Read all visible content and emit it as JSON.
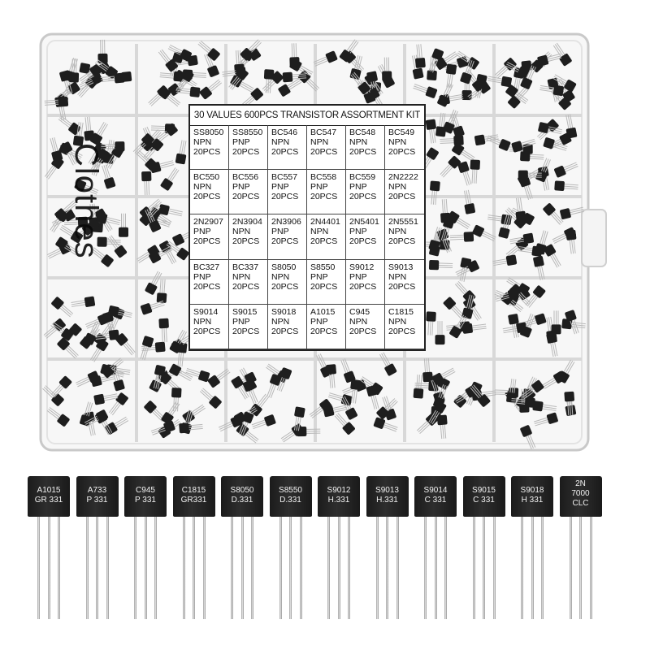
{
  "box": {
    "brand_text": "Clothes",
    "label_title": "30 VALUES 600PCS TRANSISTOR ASSORTMENT KIT",
    "label_cells": [
      {
        "part": "SS8050",
        "type": "NPN",
        "qty": "20PCS"
      },
      {
        "part": "SS8550",
        "type": "PNP",
        "qty": "20PCS"
      },
      {
        "part": "BC546",
        "type": "NPN",
        "qty": "20PCS"
      },
      {
        "part": "BC547",
        "type": "NPN",
        "qty": "20PCS"
      },
      {
        "part": "BC548",
        "type": "NPN",
        "qty": "20PCS"
      },
      {
        "part": "BC549",
        "type": "NPN",
        "qty": "20PCS"
      },
      {
        "part": "BC550",
        "type": "NPN",
        "qty": "20PCS"
      },
      {
        "part": "BC556",
        "type": "PNP",
        "qty": "20PCS"
      },
      {
        "part": "BC557",
        "type": "PNP",
        "qty": "20PCS"
      },
      {
        "part": "BC558",
        "type": "PNP",
        "qty": "20PCS"
      },
      {
        "part": "BC559",
        "type": "PNP",
        "qty": "20PCS"
      },
      {
        "part": "2N2222",
        "type": "NPN",
        "qty": "20PCS"
      },
      {
        "part": "2N2907",
        "type": "PNP",
        "qty": "20PCS"
      },
      {
        "part": "2N3904",
        "type": "NPN",
        "qty": "20PCS"
      },
      {
        "part": "2N3906",
        "type": "PNP",
        "qty": "20PCS"
      },
      {
        "part": "2N4401",
        "type": "NPN",
        "qty": "20PCS"
      },
      {
        "part": "2N5401",
        "type": "PNP",
        "qty": "20PCS"
      },
      {
        "part": "2N5551",
        "type": "NPN",
        "qty": "20PCS"
      },
      {
        "part": "BC327",
        "type": "PNP",
        "qty": "20PCS"
      },
      {
        "part": "BC337",
        "type": "NPN",
        "qty": "20PCS"
      },
      {
        "part": "S8050",
        "type": "NPN",
        "qty": "20PCS"
      },
      {
        "part": "S8550",
        "type": "PNP",
        "qty": "20PCS"
      },
      {
        "part": "S9012",
        "type": "PNP",
        "qty": "20PCS"
      },
      {
        "part": "S9013",
        "type": "NPN",
        "qty": "20PCS"
      },
      {
        "part": "S9014",
        "type": "NPN",
        "qty": "20PCS"
      },
      {
        "part": "S9015",
        "type": "PNP",
        "qty": "20PCS"
      },
      {
        "part": "S9018",
        "type": "NPN",
        "qty": "20PCS"
      },
      {
        "part": "A1015",
        "type": "PNP",
        "qty": "20PCS"
      },
      {
        "part": "C945",
        "type": "NPN",
        "qty": "20PCS"
      },
      {
        "part": "C1815",
        "type": "NPN",
        "qty": "20PCS"
      }
    ]
  },
  "transistors": [
    {
      "line1": "A1015",
      "line2": "GR 331"
    },
    {
      "line1": "A733",
      "line2": "P 331"
    },
    {
      "line1": "C945",
      "line2": "P 331"
    },
    {
      "line1": "C1815",
      "line2": "GR331"
    },
    {
      "line1": "S8050",
      "line2": "D.331"
    },
    {
      "line1": "S8550",
      "line2": "D.331"
    },
    {
      "line1": "S9012",
      "line2": "H.331"
    },
    {
      "line1": "S9013",
      "line2": "H.331"
    },
    {
      "line1": "S9014",
      "line2": "C 331"
    },
    {
      "line1": "S9015",
      "line2": "C 331"
    },
    {
      "line1": "S9018",
      "line2": "H 331"
    },
    {
      "line1": "2N",
      "line2": "7000",
      "line3": "CLC"
    }
  ],
  "colors": {
    "box_outline": "#c9c9c9",
    "divider": "#d8d8d8",
    "transistor_body": "#1e1e1e",
    "lead": "#cfcfcf",
    "label_border": "#222222"
  }
}
